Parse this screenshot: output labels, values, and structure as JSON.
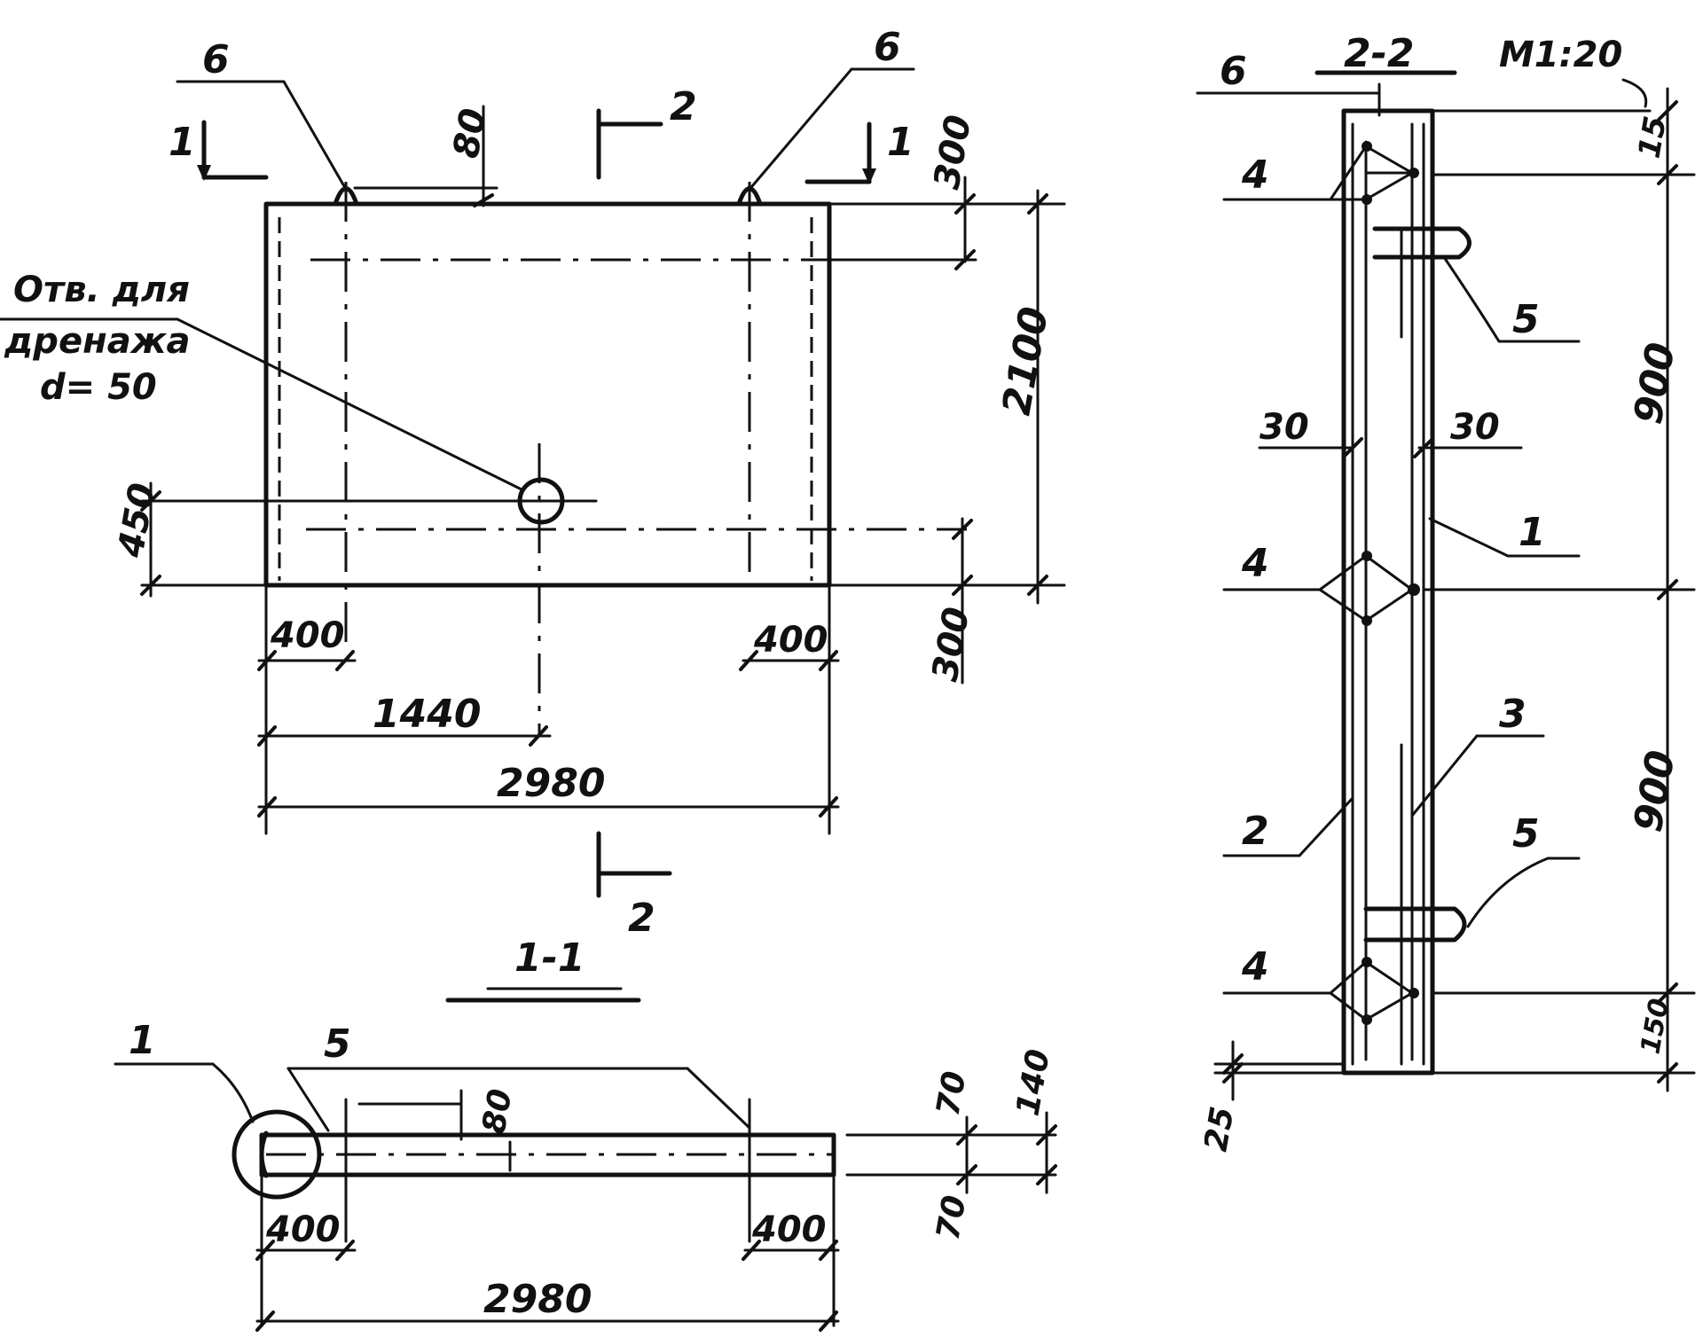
{
  "plan": {
    "section_mark_left": "1",
    "section_mark_right": "1",
    "section_mark_top": "2",
    "section_mark_bottom": "2",
    "callout_left": "6",
    "callout_right": "6",
    "drain_note": [
      "Отв. для",
      "дренажа",
      "d= 50"
    ],
    "dims": {
      "d80": "80",
      "d300_top": "300",
      "d2100": "2100",
      "d450": "450",
      "d300_bottom": "300",
      "d400_left": "400",
      "d400_right": "400",
      "d1440": "1440",
      "d2980": "2980"
    }
  },
  "section_1_1": {
    "title": "1-1",
    "callout_1": "1",
    "callout_5": "5",
    "dims": {
      "d80": "80",
      "d70_top": "70",
      "d140": "140",
      "d70_bottom": "70",
      "d400_left": "400",
      "d400_right": "400",
      "d2980": "2980"
    }
  },
  "section_2_2": {
    "title": "2-2",
    "scale": "M1:20",
    "callout_6": "6",
    "callout_4_top": "4",
    "callout_5_top": "5",
    "callout_30_left": "30",
    "callout_30_right": "30",
    "callout_1": "1",
    "callout_4_mid": "4",
    "callout_3": "3",
    "callout_2": "2",
    "callout_5_bottom": "5",
    "callout_4_bottom": "4",
    "dims": {
      "d15": "15",
      "d900_top": "900",
      "d900_bottom": "900",
      "d150": "150",
      "d25": "25"
    }
  }
}
